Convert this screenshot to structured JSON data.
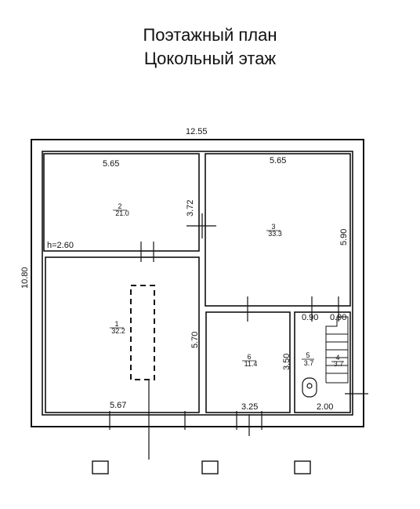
{
  "title": {
    "line1": "Поэтажный план",
    "line2": "Цокольный этаж"
  },
  "dimensions": {
    "overall_width": "12.55",
    "overall_height": "10.80",
    "room2_width": "5.65",
    "room3_width": "5.65",
    "room2_height": "3.72",
    "room3_height": "5.90",
    "ceiling_height": "h=2.60",
    "room1_height": "5.70",
    "room1_width": "5.67",
    "room6_height": "3.50",
    "room6_width": "3.25",
    "room4_5_width": "2.00",
    "door_width_a": "0.90",
    "door_width_b": "0.90"
  },
  "rooms": [
    {
      "number": "1",
      "area": "32.2"
    },
    {
      "number": "2",
      "area": "21.0"
    },
    {
      "number": "3",
      "area": "33.3"
    },
    {
      "number": "4",
      "area": "3.7"
    },
    {
      "number": "5",
      "area": "3.7"
    },
    {
      "number": "6",
      "area": "11.4"
    }
  ]
}
